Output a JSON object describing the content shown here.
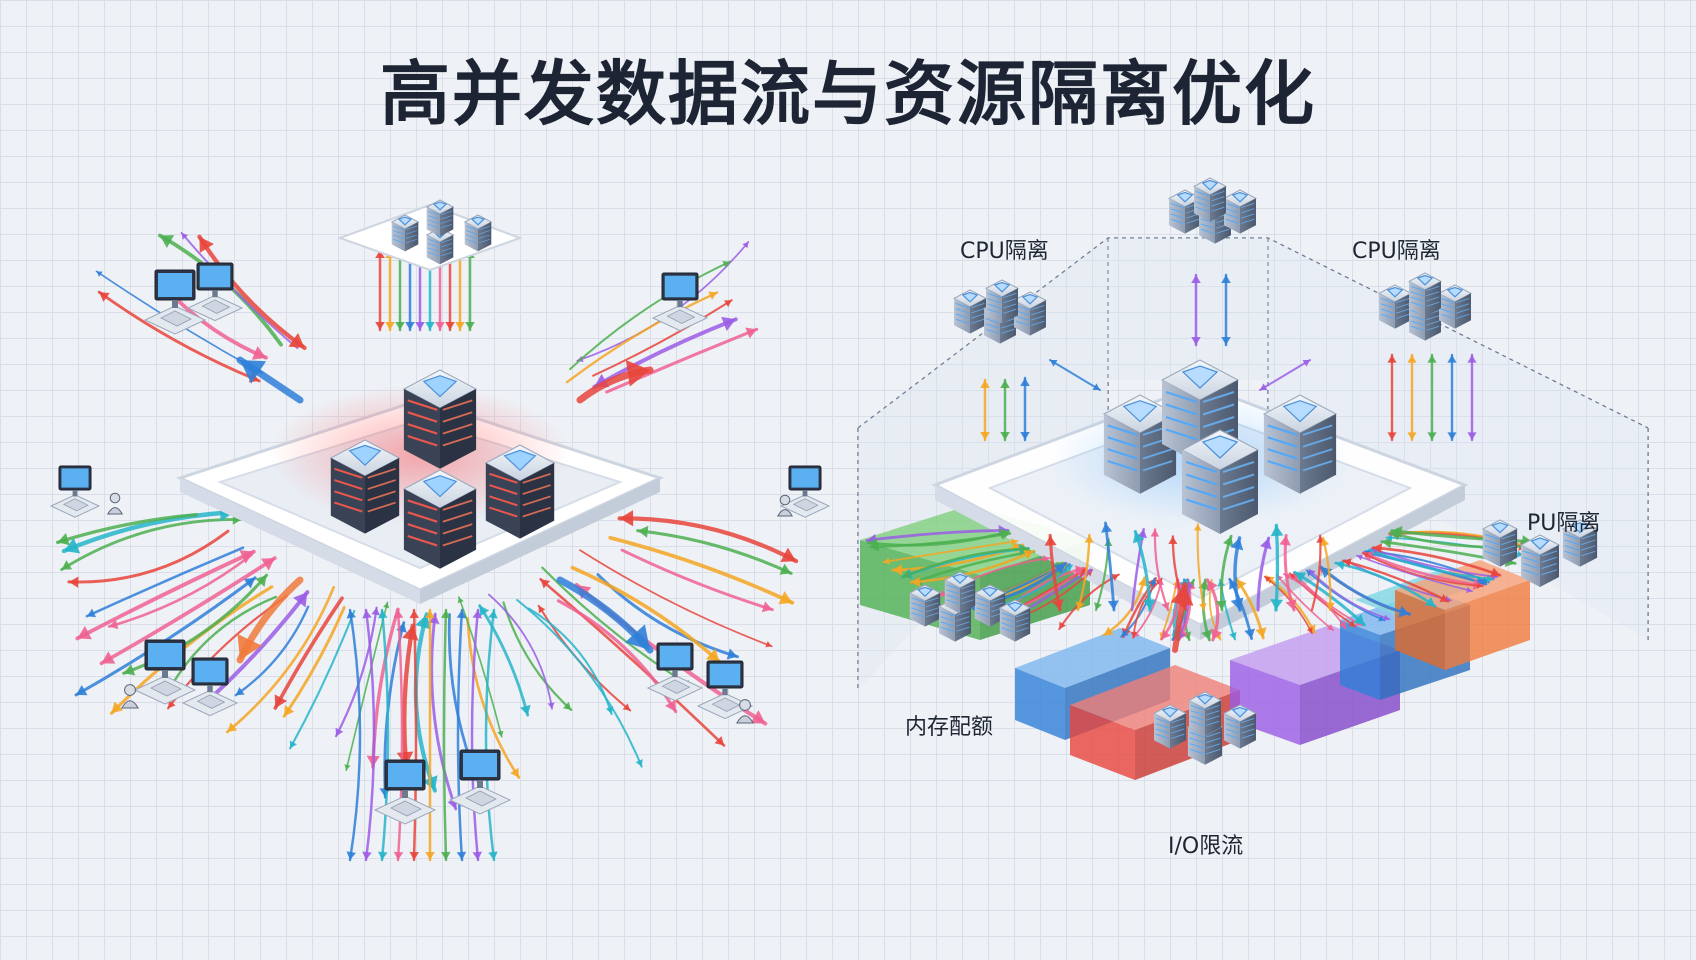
{
  "title": "高并发数据流与资源隔离优化",
  "labels": {
    "cpu_left": "CPU隔离",
    "cpu_right": "CPU隔离",
    "gpu_right": "PU隔离",
    "memory": "内存配额",
    "io": "I/O限流"
  },
  "colors": {
    "flow": [
      "#e8453c",
      "#f5a623",
      "#4caf50",
      "#2f7fd8",
      "#9b5de5",
      "#26b5c9",
      "#f06292"
    ],
    "memory_block": "#4caf50",
    "cpu_block": "#2f7fd8",
    "io_block": "#e8453c",
    "net_block": "#9b5de5",
    "cache_block": "#26b5c9",
    "orange_block": "#f07a3c",
    "title": "#1d2433"
  },
  "icons": [
    "server-rack-icon",
    "desktop-computer-icon",
    "user-icon",
    "bidirectional-arrow-icon"
  ]
}
